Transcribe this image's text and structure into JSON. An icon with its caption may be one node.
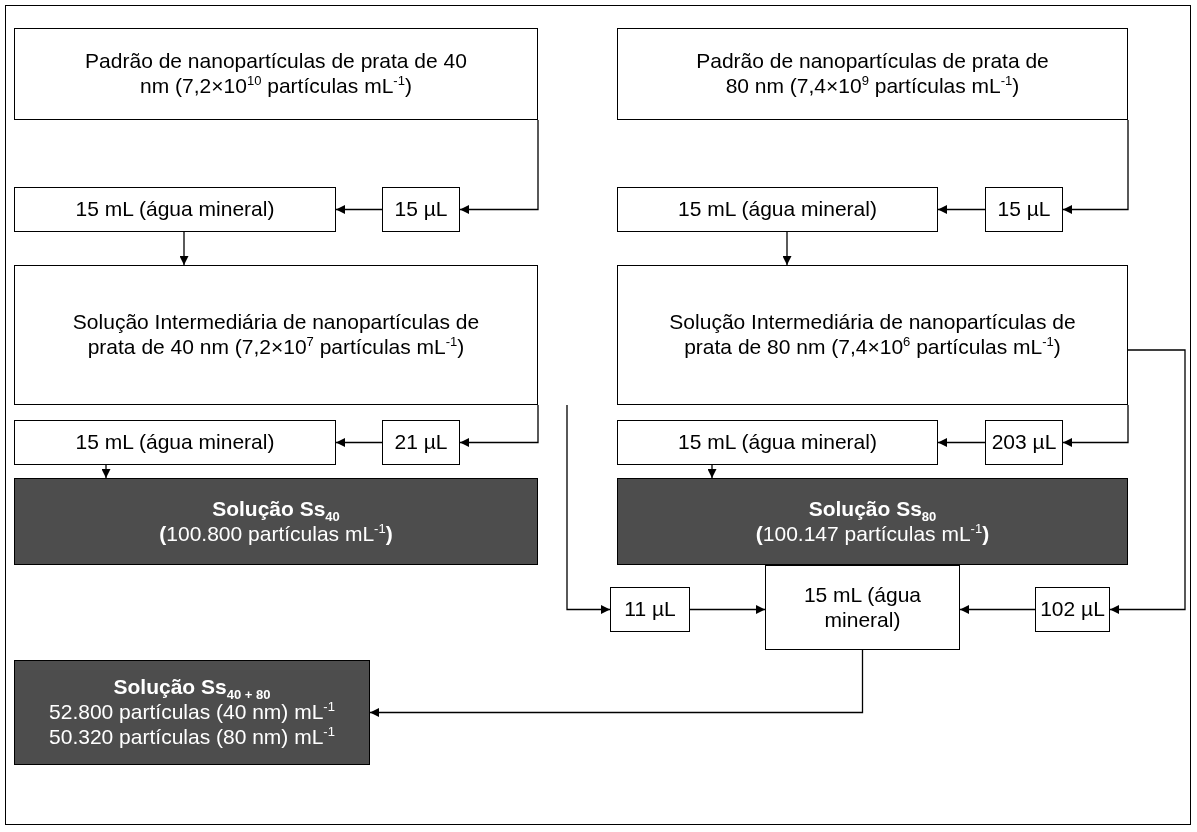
{
  "diagram": {
    "nodes": [
      {
        "text": [
          "Padrão de nanopartículas de prata de 40 nm (7,2×10$^{10}$ partículas mL$^{-1}$)"
        ]
      },
      {
        "text": [
          "Padrão de nanopartículas de prata de 80 nm (7,4×10$^{9}$ partículas mL$^{-1}$)"
        ]
      },
      {
        "text": [
          "15 mL (água mineral)"
        ]
      },
      {
        "text": [
          "15 µL"
        ]
      },
      {
        "text": [
          "15 mL (água mineral)"
        ]
      },
      {
        "text": [
          "15 µL"
        ]
      },
      {
        "text": [
          "Solução Intermediária de nanopartículas de prata de 40 nm (7,2×10$^{7}$ partículas mL$^{-1}$)"
        ]
      },
      {
        "text": [
          "Solução Intermediária de nanopartículas de prata de 80 nm (7,4×10$^{6}$ partículas mL$^{-1}$)"
        ]
      },
      {
        "text": [
          "15 mL (água mineral)"
        ]
      },
      {
        "text": [
          "21 µL"
        ]
      },
      {
        "text": [
          "15 mL (água mineral)"
        ]
      },
      {
        "text": [
          "203 µL"
        ]
      },
      {
        "text": [
          "Solução Ss$_{40}$",
          "**(**100.800 partículas mL$^{-1}$**)**"
        ]
      },
      {
        "text": [
          "Solução Ss$_{80}$",
          "**(**100.147 partículas mL$^{-1}$**)**"
        ]
      },
      {
        "text": [
          "11 µL"
        ]
      },
      {
        "text": [
          "15 mL (água mineral)"
        ]
      },
      {
        "text": [
          "102 µL"
        ]
      },
      {
        "text": [
          "Solução Ss$_{40 + 80}$",
          "52.800 partículas (40 nm) mL$^{-1}$",
          "50.320 partículas (80 nm) mL$^{-1}$"
        ]
      }
    ],
    "edges": [
      {
        "from": 0,
        "to": 3,
        "arrow": "to"
      },
      {
        "from": 3,
        "to": 2,
        "arrow": "to"
      },
      {
        "from": 1,
        "to": 5,
        "arrow": "to"
      },
      {
        "from": 5,
        "to": 4,
        "arrow": "to"
      },
      {
        "from": 2,
        "to": 6,
        "arrow": "to"
      },
      {
        "from": 4,
        "to": 7,
        "arrow": "to"
      },
      {
        "from": 6,
        "to": 9,
        "arrow": "to"
      },
      {
        "from": 9,
        "to": 8,
        "arrow": "to"
      },
      {
        "from": 8,
        "to": 12,
        "arrow": "to"
      },
      {
        "from": 7,
        "to": 11,
        "arrow": "to"
      },
      {
        "from": 11,
        "to": 10,
        "arrow": "to"
      },
      {
        "from": 10,
        "to": 13,
        "arrow": "to"
      },
      {
        "from": 6,
        "to": 14,
        "arrow": "to"
      },
      {
        "from": 14,
        "to": 15,
        "arrow": "to"
      },
      {
        "from": 7,
        "to": 16,
        "arrow": "to"
      },
      {
        "from": 16,
        "to": 15,
        "arrow": "to"
      },
      {
        "from": 15,
        "to": 17,
        "arrow": "to"
      }
    ]
  }
}
